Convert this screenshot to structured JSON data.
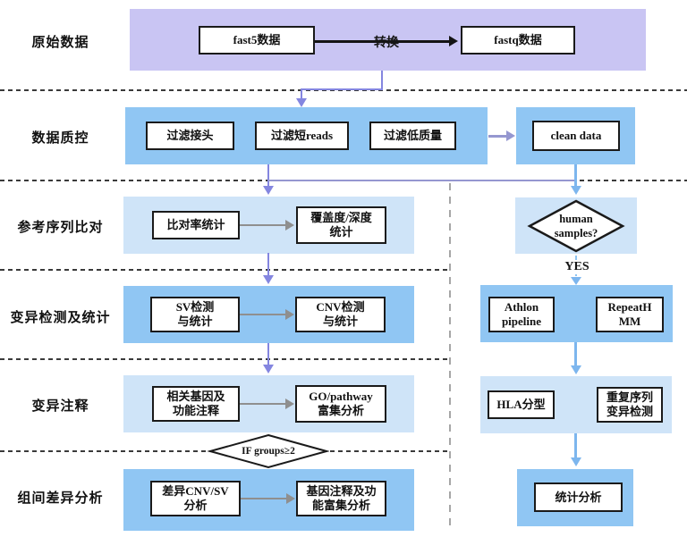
{
  "rows": [
    {
      "label": "原始数据"
    },
    {
      "label": "数据质控"
    },
    {
      "label": "参考序列比对"
    },
    {
      "label": "变异检测及统计"
    },
    {
      "label": "变异注释"
    },
    {
      "label": "组间差异分析"
    }
  ],
  "nodes": {
    "fast5": "fast5数据",
    "convert_label": "转换",
    "fastq": "fastq数据",
    "filter_adapter": "过滤接头",
    "filter_short_reads": "过滤短reads",
    "filter_low_quality": "过滤低质量",
    "clean_data": "clean data",
    "align_rate": "比对率统计",
    "coverage_depth": "覆盖度/深度\n统计",
    "sv_detect": "SV检测\n与统计",
    "cnv_detect": "CNV检测\n与统计",
    "gene_annotation": "相关基因及\n功能注释",
    "go_pathway": "GO/pathway\n富集分析",
    "diff_cnv_sv": "差异CNV/SV\n分析",
    "gene_enrich": "基因注释及功\n能富集分析",
    "human_samples": "human\nsamples?",
    "yes_label": "YES",
    "athlon": "Athlon\npipeline",
    "repeathmm": "RepeatH\nMM",
    "hla_typing": "HLA分型",
    "repeat_variant": "重复序列\n变异检测",
    "stats_analysis": "统计分析",
    "if_condition": "IF groups≥2"
  },
  "colors": {
    "lavender_band": "#c9c5f3",
    "blue_band": "#90c6f3",
    "light_blue_band": "#cfe4f8",
    "purple_connector": "#8486e0",
    "blue_connector": "#7db6ee",
    "gray_connector": "#8f8f8f"
  }
}
